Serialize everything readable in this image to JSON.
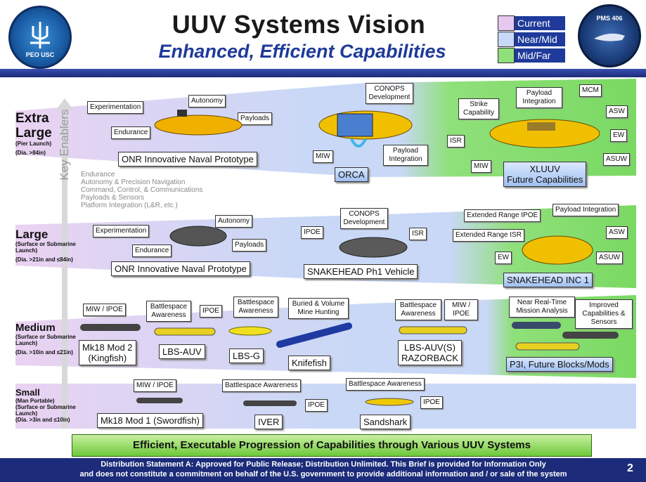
{
  "header": {
    "title": "UUV Systems Vision",
    "subtitle": "Enhanced, Efficient Capabilities",
    "logo_left_text": "PEO USC",
    "logo_right_text": "PMS 406"
  },
  "legend": [
    {
      "label": "Current",
      "color": "#e6c8f0"
    },
    {
      "label": "Near/Mid",
      "color": "#c8d8f8"
    },
    {
      "label": "Mid/Far",
      "color": "#8fe07a"
    }
  ],
  "key_enablers": {
    "title": "Key Enablers",
    "items": [
      "Endurance",
      "Autonomy & Precision Navigation",
      "Command, Control, & Communications",
      "Payloads & Sensors",
      "Platform Integration (L&R, etc.)"
    ]
  },
  "categories": {
    "xl": {
      "name1": "Extra",
      "name2": "Large",
      "sub": "(Pier Launch)",
      "dia": "(Dia. >84in)"
    },
    "large": {
      "name": "Large",
      "sub": "(Surface or Submarine Launch)",
      "dia": "(Dia. >21in and ≤84in)"
    },
    "medium": {
      "name": "Medium",
      "sub": "(Surface or Submarine Launch)",
      "dia": "(Dia. >10in and ≤21in)"
    },
    "small": {
      "name": "Small",
      "sub": "(Man Portable) (Surface or Submarine Launch)",
      "dia": "(Dia. >3in and ≤10in)"
    }
  },
  "xl_row": {
    "experimentation": "Experimentation",
    "autonomy": "Autonomy",
    "endurance": "Endurance",
    "payloads": "Payloads",
    "onr": "ONR Innovative Naval Prototype",
    "conops": "CONOPS Development",
    "miw": "MIW",
    "payload_integration": "Payload Integration",
    "orca": "ORCA",
    "strike": "Strike Capability",
    "payload_integration2": "Payload Integration",
    "mcm": "MCM",
    "asw": "ASW",
    "ew": "EW",
    "isr": "ISR",
    "miw2": "MIW",
    "asuw": "ASUW",
    "xluuv": "XLUUV",
    "xluuv_sub": "Future Capabilities"
  },
  "large_row": {
    "experimentation": "Experimentation",
    "autonomy": "Autonomy",
    "endurance": "Endurance",
    "payloads": "Payloads",
    "onr": "ONR Innovative Naval Prototype",
    "ipoe": "IPOE",
    "conops": "CONOPS Development",
    "isr": "ISR",
    "snakehead": "SNAKEHEAD Ph1 Vehicle",
    "ext_ipoe": "Extended Range IPOE",
    "ext_isr": "Extended Range ISR",
    "payload_integration": "Payload Integration",
    "asw": "ASW",
    "ew": "EW",
    "asuw": "ASUW",
    "snakehead_inc": "SNAKEHEAD INC 1"
  },
  "medium_row": {
    "miw_ipoe": "MIW / IPOE",
    "battlespace": "Battlespace Awareness",
    "ipoe": "IPOE",
    "battlespace2": "Battlespace Awareness",
    "buried": "Buried & Volume Mine Hunting",
    "battlespace3": "Battlespace Awareness",
    "miw_ipoe2": "MIW / IPOE",
    "near_rt": "Near Real-Time Mission Analysis",
    "improved": "Improved Capabilities & Sensors",
    "mk18_2": "Mk18 Mod 2",
    "mk18_2_sub": "(Kingfish)",
    "lbs_auv": "LBS-AUV",
    "lbs_g": "LBS-G",
    "knifefish": "Knifefish",
    "razorback": "LBS-AUV(S)",
    "razorback_sub": "RAZORBACK",
    "p3i": "P3I, Future Blocks/Mods"
  },
  "small_row": {
    "miw_ipoe": "MIW / IPOE",
    "battlespace": "Battlespace Awareness",
    "battlespace2": "Battlespace Awareness",
    "ipoe": "IPOE",
    "ipoe2": "IPOE",
    "mk18_1": "Mk18 Mod 1 (Swordfish)",
    "iver": "IVER",
    "sandshark": "Sandshark"
  },
  "footer": {
    "banner": "Efficient, Executable Progression of Capabilities through Various UUV Systems",
    "dist1": "Distribution Statement A: Approved for Public Release; Distribution Unlimited. This Brief is provided for Information Only",
    "dist2": "and does not constitute a commitment on behalf of the U.S. government to provide additional information and / or sale of the system",
    "page": "2"
  }
}
